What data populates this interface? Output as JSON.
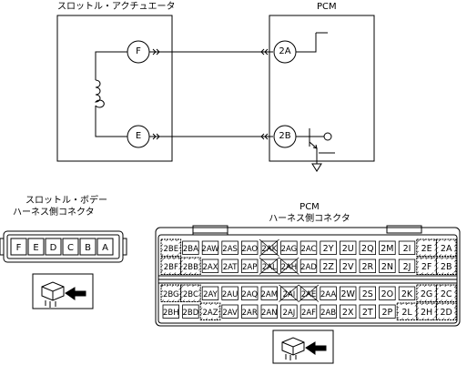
{
  "schematic": {
    "actuator_title": "スロットル・アクチュエータ",
    "pcm_title": "PCM",
    "actuator_pins": [
      "F",
      "E"
    ],
    "pcm_pins": [
      "2A",
      "2B"
    ]
  },
  "throttle_connector": {
    "title_line1": "スロットル・ボデー",
    "title_line2": "ハーネス側コネクタ",
    "pins": [
      "F",
      "E",
      "D",
      "C",
      "B",
      "A"
    ]
  },
  "pcm_connector": {
    "title_line1": "PCM",
    "title_line2": "ハーネス側コネクタ",
    "rows": [
      [
        "2BE",
        "2BA",
        "2AW",
        "2AS",
        "2AO",
        "2AK",
        "2AG",
        "2AC",
        "2Y",
        "2U",
        "2Q",
        "2M",
        "2I",
        "2E",
        "2A"
      ],
      [
        "2BF",
        "2BB",
        "2AX",
        "2AT",
        "2AP",
        "2AL",
        "2AH",
        "2AD",
        "2Z",
        "2V",
        "2R",
        "2N",
        "2J",
        "2F",
        "2B"
      ],
      [
        "2BG",
        "2BC",
        "2AY",
        "2AU",
        "2AQ",
        "2AM",
        "2AI",
        "2AE",
        "2AA",
        "2W",
        "2S",
        "2O",
        "2K",
        "2G",
        "2C"
      ],
      [
        "2BH",
        "2BD",
        "2AZ",
        "2AV",
        "2AR",
        "2AN",
        "2AJ",
        "2AF",
        "2AB",
        "2X",
        "2T",
        "2P",
        "2L",
        "2H",
        "2D"
      ]
    ],
    "hatched_pins": [
      "2BE",
      "2BF",
      "2BB",
      "2E",
      "2A",
      "2F",
      "2B",
      "2BG",
      "2BC",
      "2G",
      "2C",
      "2AZ",
      "2L",
      "2H",
      "2D"
    ],
    "crossed_pins": [
      "2AK",
      "2AL",
      "2AH",
      "2AI",
      "2AE"
    ]
  }
}
